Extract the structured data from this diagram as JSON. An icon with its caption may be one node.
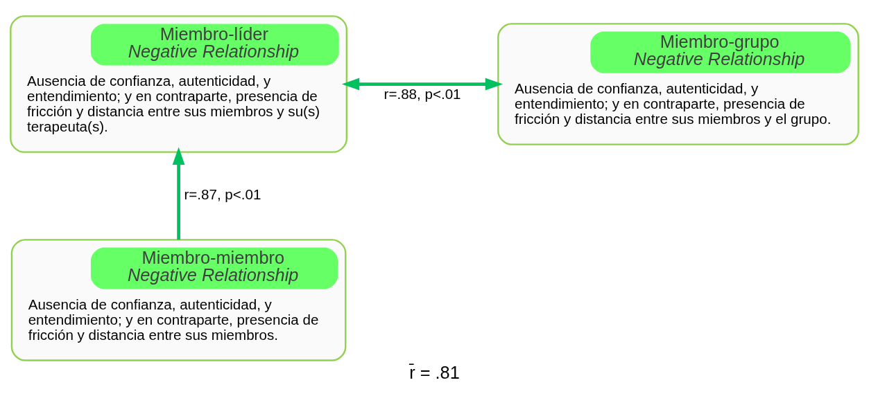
{
  "diagram": {
    "caption": "r̄ = .81",
    "nodes": [
      {
        "text": [
          "Miembro-líder",
          "Negative Relationship",
          "Ausencia de confianza, autenticidad, y entendimiento; y en contraparte, presencia de fricción y distancia entre sus miembros y su(s) terapeuta(s)."
        ]
      },
      {
        "text": [
          "Miembro-grupo",
          "Negative Relationship",
          "Ausencia de confianza, autenticidad, y entendimiento; y en contraparte, presencia de fricción y distancia entre sus miembros y el grupo."
        ]
      },
      {
        "text": [
          "Miembro-miembro",
          "Negative Relationship",
          "Ausencia de confianza, autenticidad, y entendimiento; y en contraparte, presencia de fricción y distancia entre sus miembros."
        ]
      }
    ],
    "edges": [
      {
        "from": 0,
        "to": 1,
        "arrow": "both",
        "label": "r=.88, p<.01"
      },
      {
        "from": 2,
        "to": 0,
        "arrow": "to",
        "label": "r=.87, p<.01"
      }
    ]
  }
}
